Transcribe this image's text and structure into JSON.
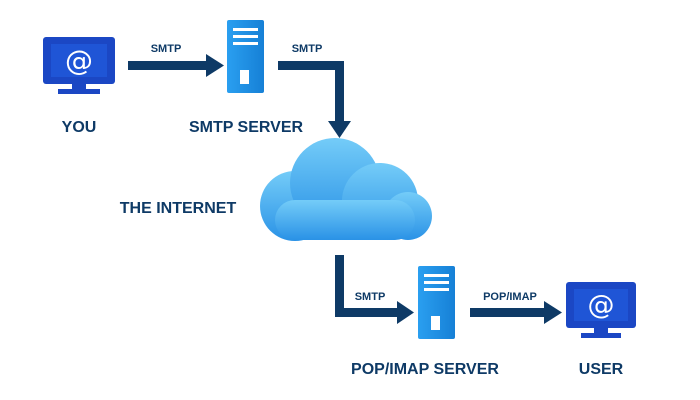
{
  "diagram": {
    "colors": {
      "arrow": "#0e3a66",
      "text": "#0e3a66",
      "monitor": "#1b47c4",
      "server": "#1e8fe0",
      "cloud_light": "#74ccf8",
      "cloud_dark": "#2a92e6"
    },
    "nodes": {
      "you": {
        "label": "YOU",
        "icon": "monitor-at-icon"
      },
      "smtp_server": {
        "label": "SMTP SERVER",
        "icon": "server-icon"
      },
      "internet": {
        "label": "THE INTERNET",
        "icon": "cloud-icon"
      },
      "pop_imap_server": {
        "label": "POP/IMAP SERVER",
        "icon": "server-icon"
      },
      "user": {
        "label": "USER",
        "icon": "monitor-at-icon"
      }
    },
    "edges": {
      "you_to_smtp": {
        "label": "SMTP"
      },
      "smtp_to_internet": {
        "label": "SMTP"
      },
      "internet_to_pop": {
        "label": "SMTP"
      },
      "pop_to_user": {
        "label": "POP/IMAP"
      }
    },
    "at_symbol": "@"
  }
}
